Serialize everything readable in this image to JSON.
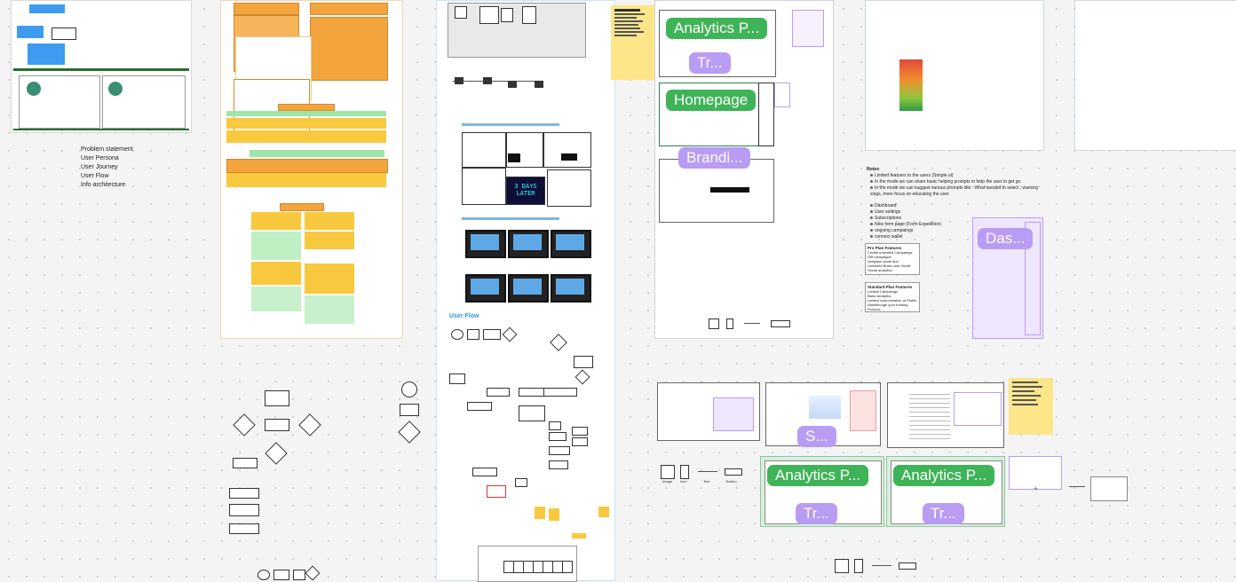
{
  "left_list": {
    "items": [
      "Problem statement",
      "User Persona",
      "User Journey",
      "User Flow",
      "Info architecture"
    ]
  },
  "sections": {
    "user_flow_title": "User Flow"
  },
  "frame_labels": {
    "analytics_1": "Analytics P...",
    "tr_1": "Tr...",
    "homepage": "Homepage",
    "branding": "Brandi...",
    "dashboard": "Das...",
    "s": "S...",
    "analytics_2": "Analytics P...",
    "tr_2": "Tr...",
    "analytics_3": "Analytics P...",
    "tr_3": "Tr..."
  },
  "notes": {
    "title": "Notes",
    "bullets": [
      "Limited features to the users (Simple ui)",
      "In the mode we can share basic helping prompts to help the user to get go.",
      "In the mode we can suggest various prompts like : What needed to select , warning sings, more focus on educating the user.",
      "Dashboard",
      "User settings",
      "Subscriptions",
      "New form page (Form Expedition)",
      "ongoing campaings",
      "connect wallet"
    ],
    "pro_plan_title": "Pro Plan Features",
    "pro_plan_items": [
      "Create unlimited Campaings",
      "Gift campaigns",
      "Integrate social tips",
      "Unlimited Brand and Social",
      "Social analytics"
    ],
    "std_plan_title": "Standard Plan Features",
    "std_plan_items": [
      "Limited Campaings",
      "Basic analytics",
      "Limited customization of Profile",
      "Walkthrough your funding Process"
    ]
  },
  "wire_legend": {
    "image": "Image",
    "icon": "Icon",
    "text": "Text",
    "button": "Button"
  },
  "storyboard": {
    "caption_1": "3 DAYS LATER"
  },
  "colors": {
    "orange": "#f3a43c",
    "yellow": "#f8c83e",
    "green_tag": "#3fb357",
    "purple_tag": "#b99cf4",
    "blue": "#3e9cf0"
  }
}
